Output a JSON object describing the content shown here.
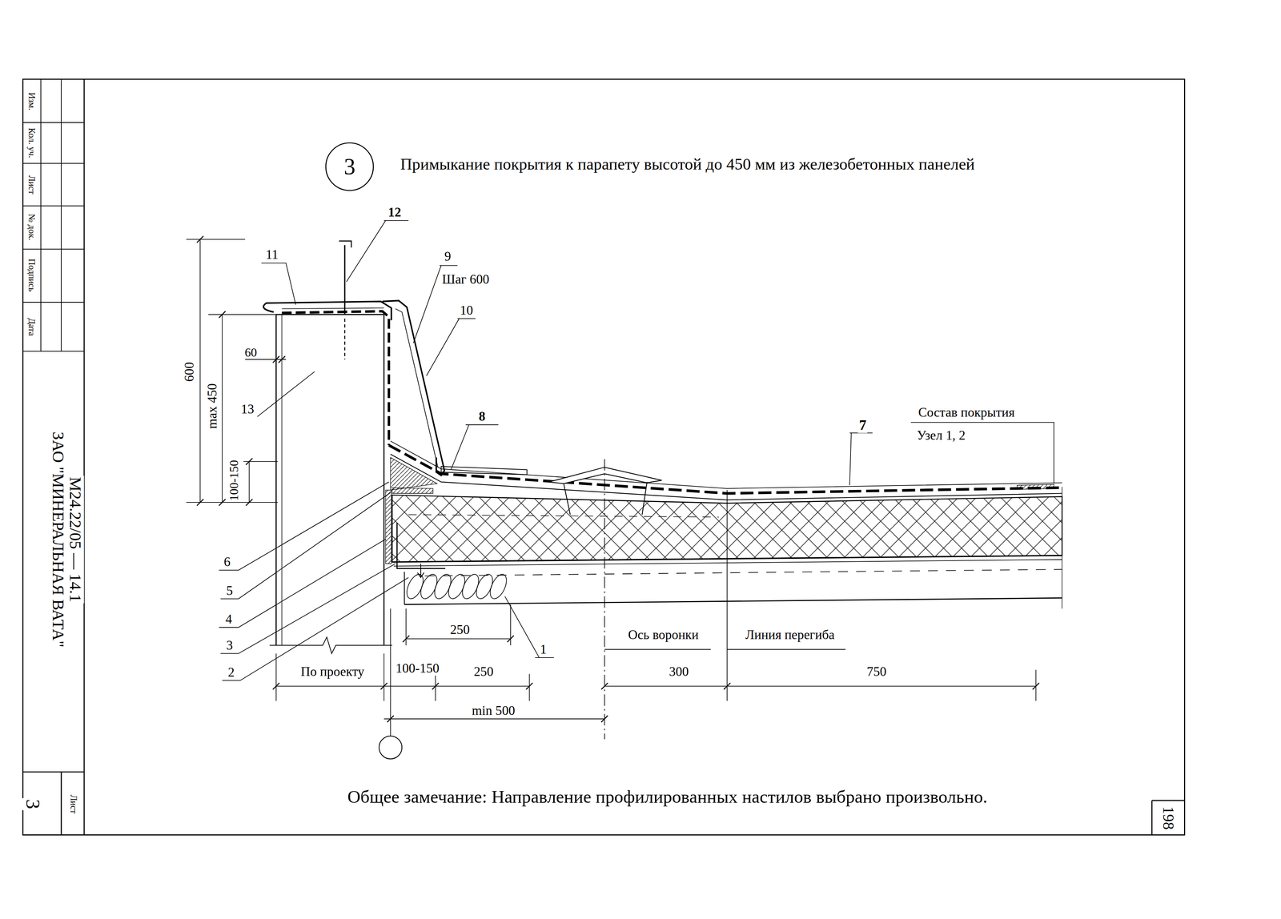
{
  "diagram": {
    "title": "Примыкание покрытия к парапету высотой до 450 мм из железобетонных панелей",
    "caption": "Общее замечание: Направление профилированных настилов выбрано произвольно.",
    "nodes": [
      {
        "text": [
          "3"
        ]
      }
    ],
    "edges": [],
    "labels": [
      "12",
      "11",
      "9",
      "Шаг 600",
      "10",
      "8",
      "7",
      "Состав покрытия",
      "Узел 1, 2",
      "600",
      "max 450",
      "60",
      "100-150",
      "13",
      "6",
      "5",
      "4",
      "3",
      "2",
      "1",
      "250",
      "Ось воронки",
      "Линия перегиба",
      "По проекту",
      "100-150",
      "250",
      "300",
      "750",
      "min 500",
      "Изм.",
      "Кол. уч.",
      "Лист",
      "№ док.",
      "Подпись",
      "Дата",
      "ЗАО \"МИНЕРАЛЬНАЯ ВАТА\"",
      "М24.22/05 — 14.1",
      "Лист",
      "3",
      "198"
    ]
  }
}
